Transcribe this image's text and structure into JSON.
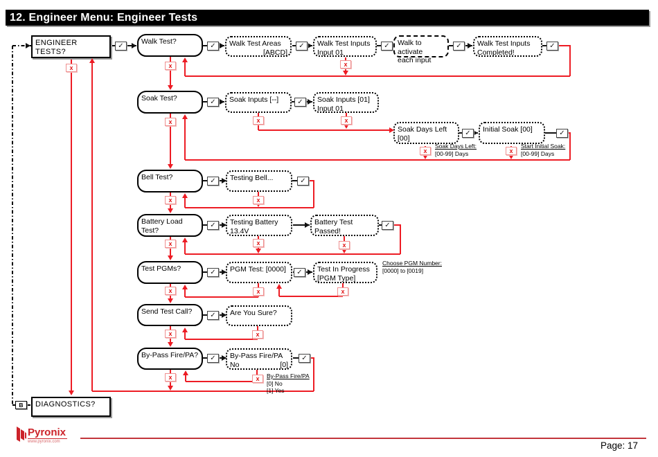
{
  "title": "12. Engineer Menu: Engineer Tests",
  "symbols": {
    "ok": "✓",
    "cancel": "x",
    "back": "B"
  },
  "nodes": {
    "engineer_tests": {
      "l1": "ENGINEER TESTS?"
    },
    "walk_menu": {
      "l1": "Walk Test?"
    },
    "walk_areas": {
      "l1": "Walk Test Areas",
      "l2": "[ABCD]"
    },
    "walk_inputs": {
      "l1": "Walk Test Inputs",
      "l2": "Input 01"
    },
    "walk_activate": {
      "l1": "Walk to activate",
      "l2": "each input"
    },
    "walk_completed": {
      "l1": "Walk Test Inputs",
      "l2": "Completed!"
    },
    "soak_menu": {
      "l1": "Soak Test?"
    },
    "soak_inputs_blank": {
      "l1": "Soak Inputs [--]"
    },
    "soak_inputs_01": {
      "l1": "Soak Inputs [01]",
      "l2": "Input 01"
    },
    "soak_days_left": {
      "l1": "Soak Days Left",
      "l2": "[00]"
    },
    "initial_soak": {
      "l1": "Initial Soak [00]"
    },
    "bell_menu": {
      "l1": "Bell Test?"
    },
    "testing_bell": {
      "l1": "Testing Bell..."
    },
    "battery_menu": {
      "l1": "Battery Load",
      "l2": "Test?"
    },
    "testing_battery": {
      "l1": "Testing Battery",
      "l2": "13.4V"
    },
    "battery_passed": {
      "l1": "Battery Test",
      "l2": "Passed!"
    },
    "pgm_menu": {
      "l1": "Test PGMs?"
    },
    "pgm_test": {
      "l1": "PGM Test:  [0000]"
    },
    "pgm_progress": {
      "l1": "Test In Progress",
      "l2": "[PGM Type]"
    },
    "send_menu": {
      "l1": "Send Test Call?"
    },
    "are_you_sure": {
      "l1": "Are You Sure?"
    },
    "bypass_menu": {
      "l1": "By-Pass Fire/PA?"
    },
    "bypass_screen": {
      "l1": "By-Pass Fire/PA",
      "l2_left": "No",
      "l2_right": "[0]"
    },
    "diagnostics": {
      "l1": "DIAGNOSTICS?"
    }
  },
  "annotations": {
    "soak_days": {
      "title": "Soak Days Left:",
      "body": "[00-99] Days"
    },
    "initial_soak": {
      "title": "Start Initial Soak:",
      "body": "[00-99] Days"
    },
    "pgm": {
      "title": "Choose PGM Number:",
      "body": "[0000] to [0019]"
    },
    "bypass": {
      "title": "By-Pass Fire/PA",
      "line1": "[0] No",
      "line2": "[1] Yes"
    }
  },
  "footer": {
    "brand": "Pyronix",
    "brand_sub": "www.pyronix.com",
    "page_label": "Page: 17"
  }
}
